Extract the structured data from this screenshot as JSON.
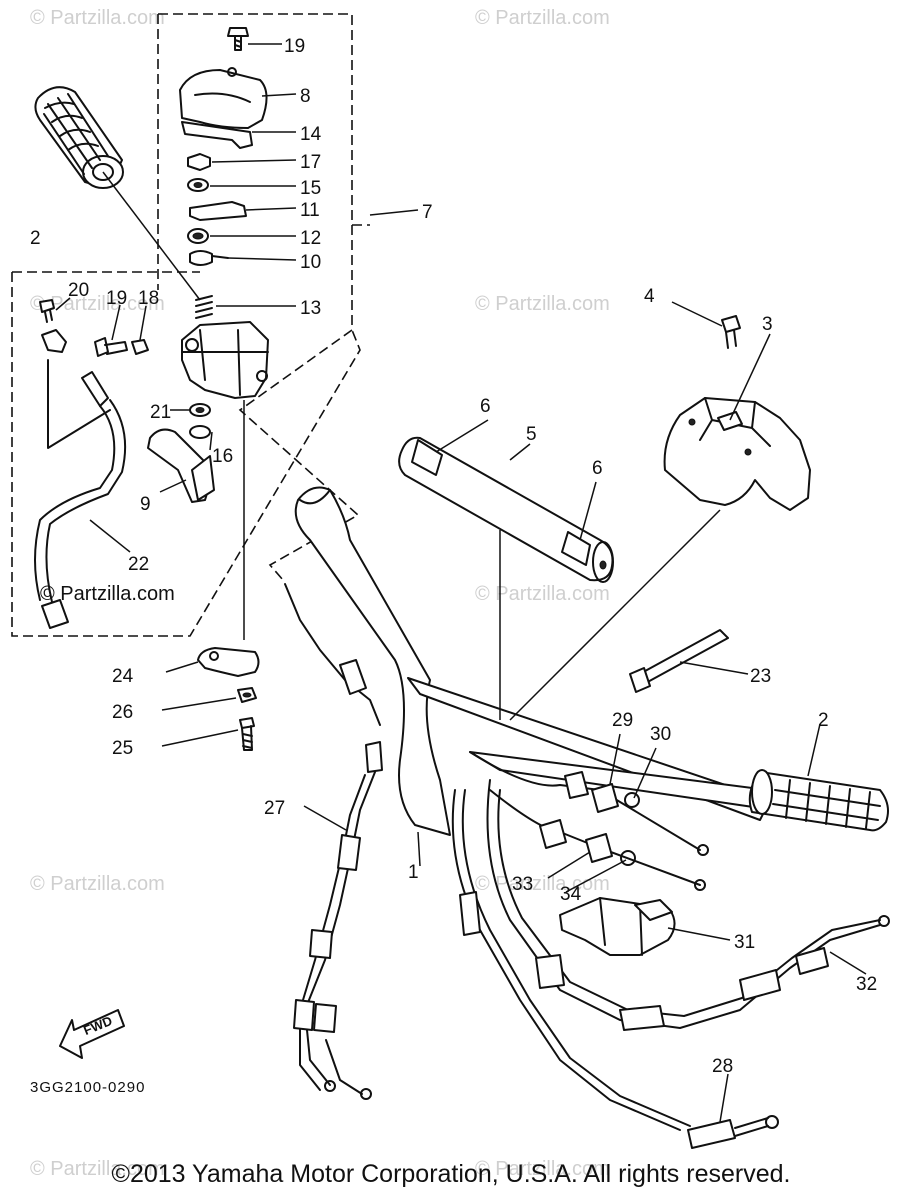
{
  "callouts": {
    "c19a": "19",
    "c8": "8",
    "c14": "14",
    "c17": "17",
    "c15": "15",
    "c11": "11",
    "c12": "12",
    "c10": "10",
    "c7": "7",
    "c13": "13",
    "c2a": "2",
    "c20": "20",
    "c19b": "19",
    "c18": "18",
    "c21": "21",
    "c16": "16",
    "c9": "9",
    "c22": "22",
    "c4": "4",
    "c3": "3",
    "c6a": "6",
    "c5": "5",
    "c6b": "6",
    "c23": "23",
    "c24": "24",
    "c26": "26",
    "c25": "25",
    "c29": "29",
    "c30": "30",
    "c2b": "2",
    "c27": "27",
    "c1": "1",
    "c33": "33",
    "c34": "34",
    "c31": "31",
    "c32": "32",
    "c28": "28"
  },
  "fwd_label": "FWD",
  "diagram_code": "3GG2100-0290",
  "copyright": "©2013 Yamaha Motor Corporation, U.S.A. All rights reserved.",
  "watermarks": {
    "w1": "© Partzilla.com",
    "w2": "© Partzilla.com",
    "w3": "© Partzilla.com",
    "w4": "© Partzilla.com",
    "w5": "© Partzilla.com",
    "w6": "© Partzilla.com",
    "w7": "© Partzilla.com",
    "w8": "© Partzilla.com",
    "w9": "© Partzilla.com",
    "w10": "© Partzilla.com"
  },
  "colors": {
    "line": "#111111",
    "watermark": "#cfcfcf",
    "background": "#ffffff"
  }
}
